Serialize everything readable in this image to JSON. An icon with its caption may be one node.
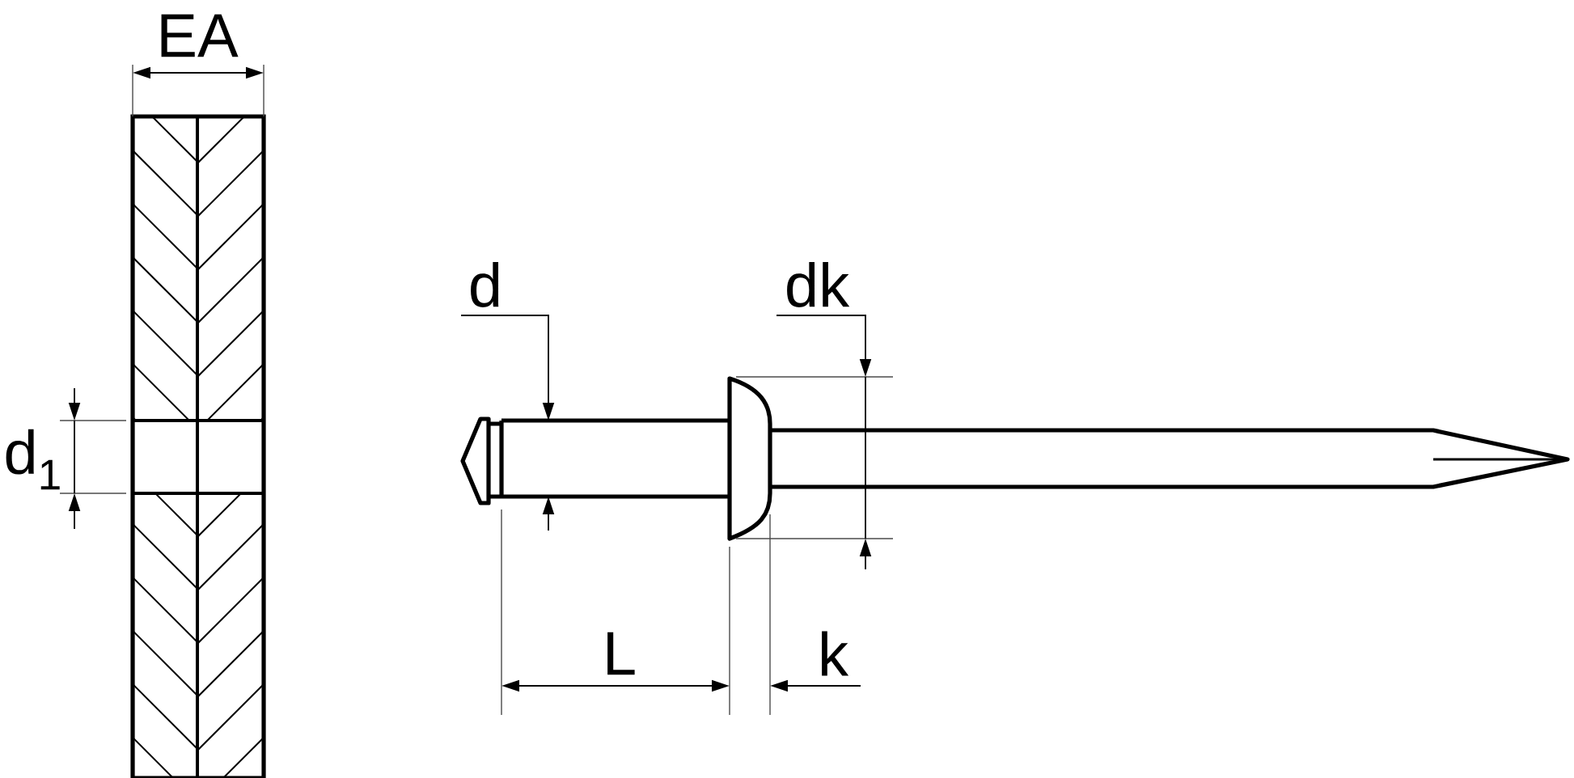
{
  "diagram": {
    "labels": [
      "EA",
      "d",
      "dk",
      "d$_{1}$",
      "L",
      "k"
    ]
  }
}
